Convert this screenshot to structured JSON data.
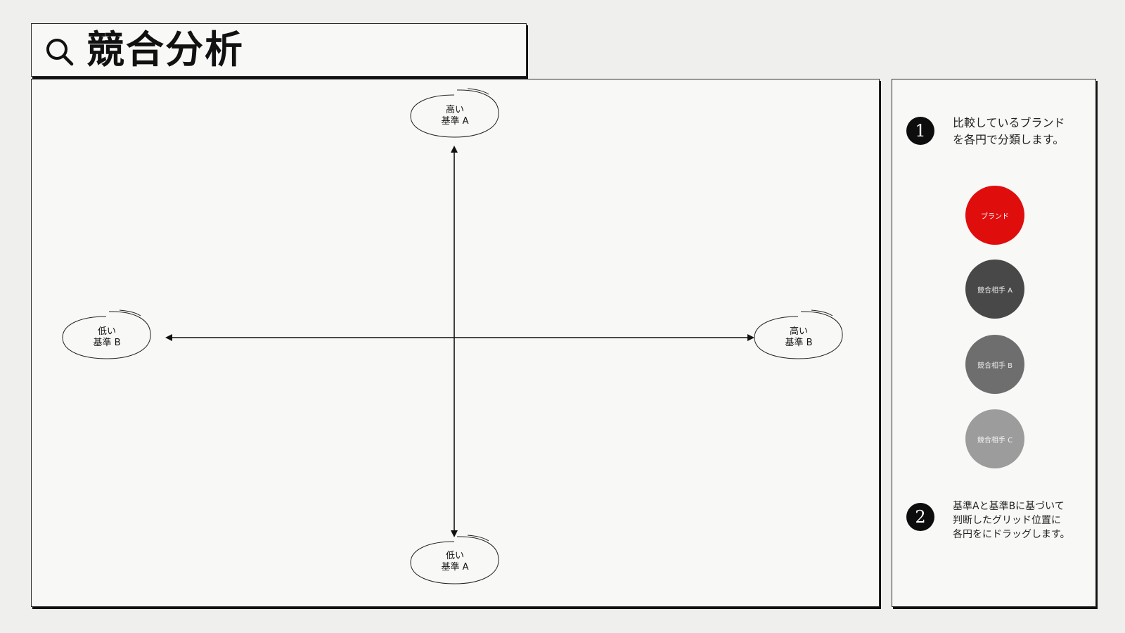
{
  "header": {
    "title": "競合分析",
    "icon": "search-icon"
  },
  "matrix": {
    "labels": {
      "top": [
        "高い",
        "基準 A"
      ],
      "bottom": [
        "低い",
        "基準 A"
      ],
      "left": [
        "低い",
        "基準 B"
      ],
      "right": [
        "高い",
        "基準 B"
      ]
    }
  },
  "sidebar": {
    "steps": [
      {
        "number": "1",
        "lines": [
          "比較しているブランド",
          "を各円で分類します。"
        ]
      },
      {
        "number": "2",
        "lines": [
          "基準Aと基準Bに基づいて",
          "判断したグリッド位置に",
          "各円をにドラッグします。"
        ]
      }
    ],
    "tokens": [
      {
        "label": "ブランド",
        "color": "#e00d0d",
        "text_color": "#ffffff"
      },
      {
        "label": "競合相手 A",
        "color": "#484848",
        "text_color": "#e8e8e8"
      },
      {
        "label": "競合相手 B",
        "color": "#6e6e6e",
        "text_color": "#e8e8e8"
      },
      {
        "label": "競合相手 C",
        "color": "#9c9c9c",
        "text_color": "#f2f2f2"
      }
    ]
  }
}
